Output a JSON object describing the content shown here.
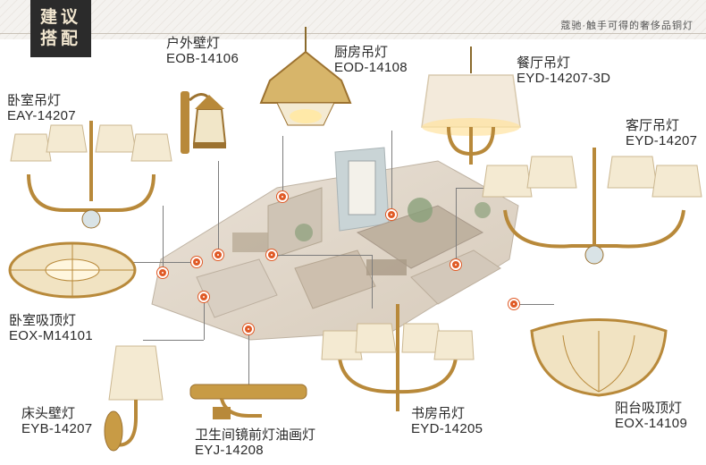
{
  "header": {
    "badge_line1": "建议",
    "badge_line2": "搭配",
    "slogan": "蔻驰·触手可得的奢侈品铜灯"
  },
  "products": [
    {
      "id": "outdoor_wall",
      "name": "户外壁灯",
      "code": "EOB-14106"
    },
    {
      "id": "kitchen_pendant",
      "name": "厨房吊灯",
      "code": "EOD-14108"
    },
    {
      "id": "dining_pendant",
      "name": "餐厅吊灯",
      "code": "EYD-14207-3D"
    },
    {
      "id": "bedroom_pendant",
      "name": "卧室吊灯",
      "code": "EAY-14207"
    },
    {
      "id": "living_pendant",
      "name": "客厅吊灯",
      "code": "EYD-14207"
    },
    {
      "id": "bedroom_ceiling",
      "name": "卧室吸顶灯",
      "code": "EOX-M14101"
    },
    {
      "id": "bedside_wall",
      "name": "床头壁灯",
      "code": "EYB-14207"
    },
    {
      "id": "bath_mirror",
      "name": "卫生间镜前灯油画灯",
      "code": "EYJ-14208"
    },
    {
      "id": "study_pendant",
      "name": "书房吊灯",
      "code": "EYD-14205"
    },
    {
      "id": "balcony_ceiling",
      "name": "阳台吸顶灯",
      "code": "EOX-14109"
    }
  ],
  "colors": {
    "accent": "#e05a26",
    "brass": "#b8893a",
    "badge": "#2b2b2b"
  }
}
